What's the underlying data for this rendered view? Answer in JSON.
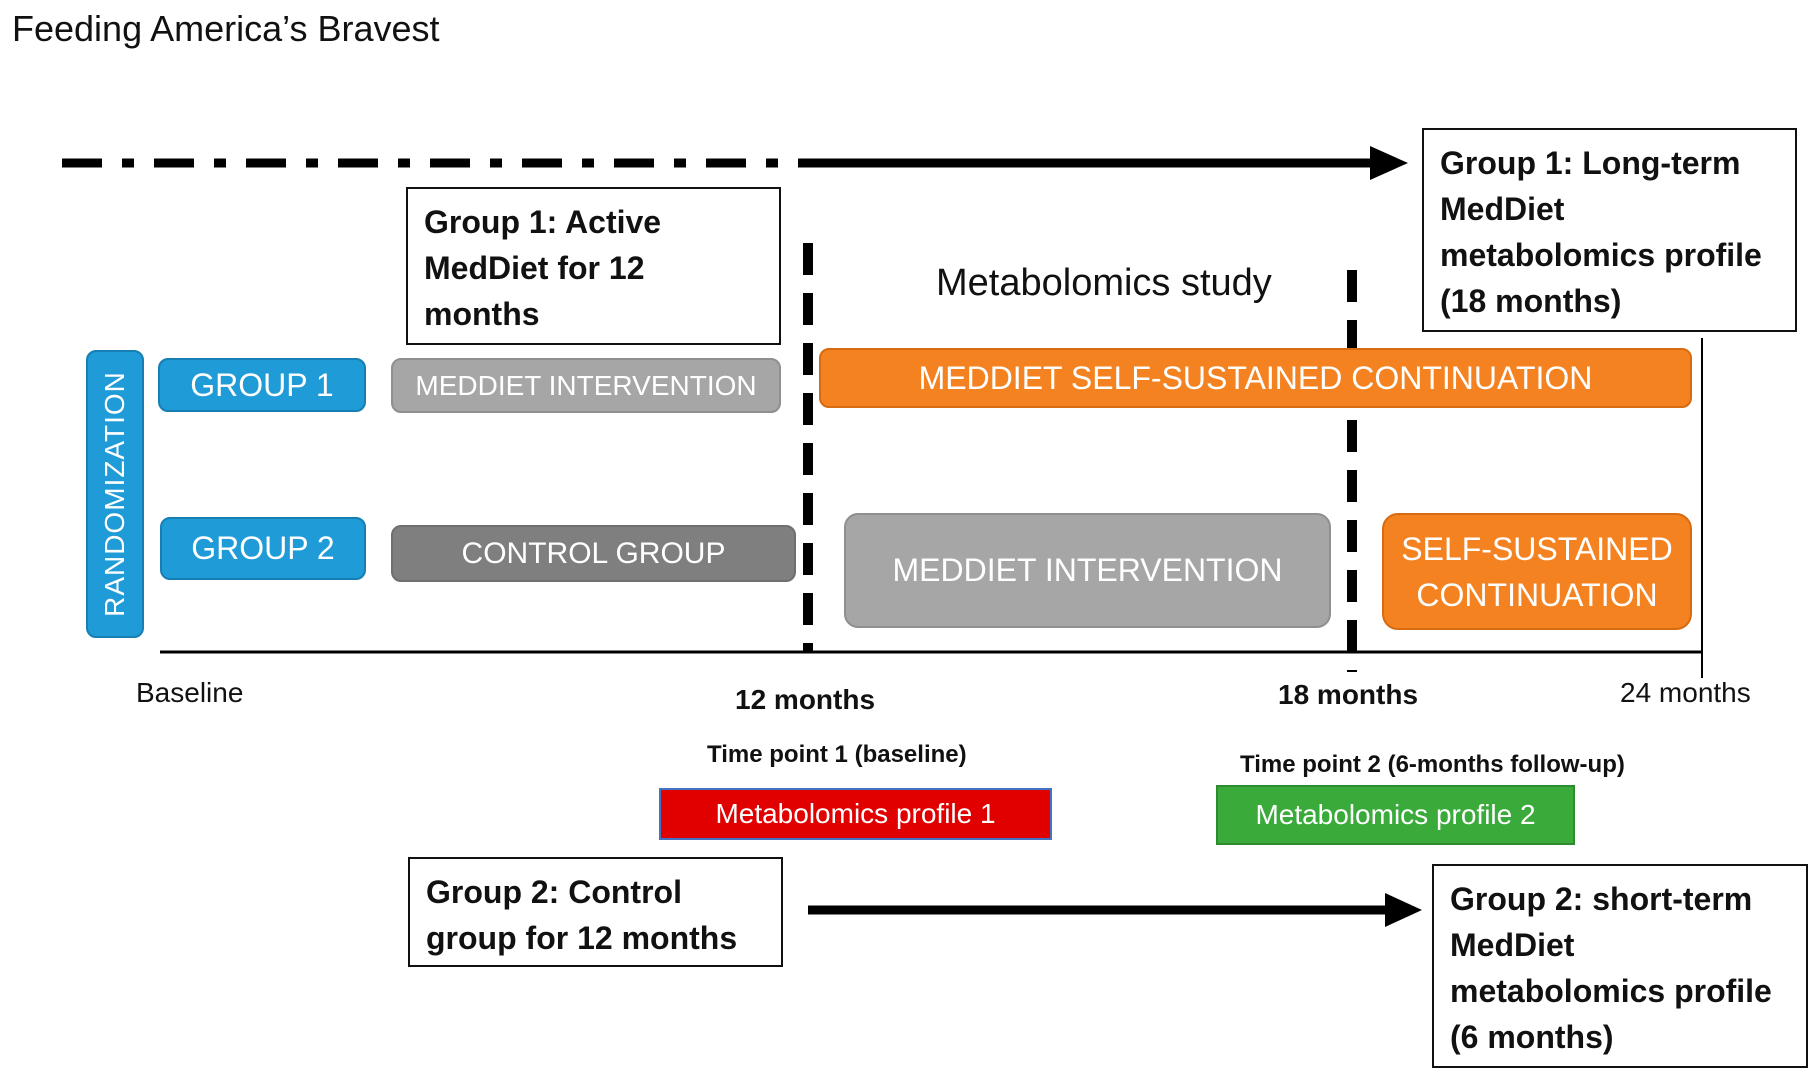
{
  "title": "Feeding America’s Bravest",
  "randomization": "RANDOMIZATION",
  "groups": {
    "group1": "GROUP 1",
    "group2": "GROUP 2"
  },
  "bars": {
    "g1_intervention": "MEDDIET INTERVENTION",
    "g1_continuation": "MEDDIET SELF-SUSTAINED  CONTINUATION",
    "g2_control": "CONTROL GROUP",
    "g2_intervention": "MEDDIET INTERVENTION",
    "g2_continuation_line1": "SELF-SUSTAINED",
    "g2_continuation_line2": "CONTINUATION"
  },
  "boxes": {
    "g1_active_line1": "Group 1: Active",
    "g1_active_line2": "MedDiet for 12",
    "g1_active_line3": "months",
    "g1_long_line1": "Group 1: Long-term",
    "g1_long_line2": "MedDiet",
    "g1_long_line3": "metabolomics profile",
    "g1_long_line4": "(18 months)",
    "g2_control_line1": "Group 2: Control",
    "g2_control_line2": "group for 12 months",
    "g2_short_line1": "Group 2: short-term",
    "g2_short_line2": "MedDiet",
    "g2_short_line3": "metabolomics profile",
    "g2_short_line4": "(6 months)"
  },
  "study_label": "Metabolomics study",
  "timeline": {
    "baseline": "Baseline",
    "m12": "12 months",
    "m18": "18 months",
    "m24": "24 months"
  },
  "time_points": {
    "tp1": "Time point 1 (baseline)",
    "tp2": "Time point 2 (6-months follow-up)"
  },
  "profiles": {
    "p1": "Metabolomics profile 1",
    "p2": "Metabolomics profile 2"
  },
  "colors": {
    "blue": "#1f9bd7",
    "orange": "#f58220",
    "gray": "#a6a6a6",
    "dark_gray": "#7f7f7f",
    "red": "#e00000",
    "green": "#3aab3a"
  }
}
